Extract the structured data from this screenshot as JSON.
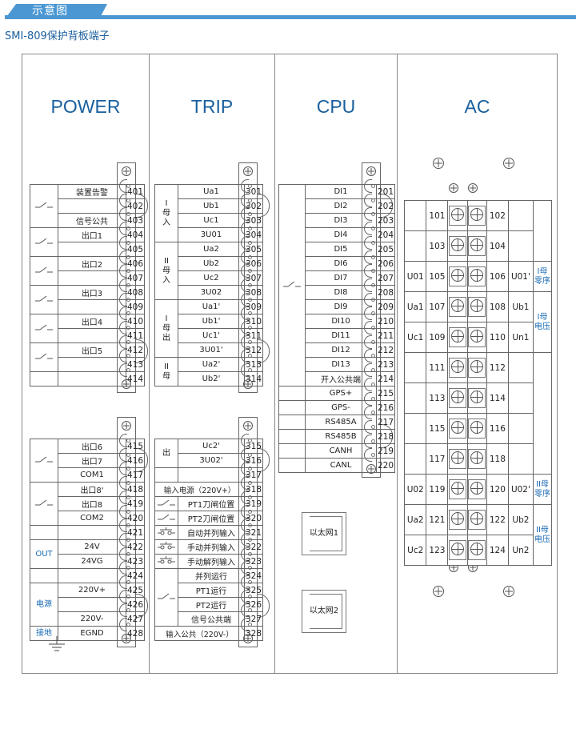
{
  "header": {
    "tab_label": "示意图",
    "subtitle": "SMI-809保护背板端子",
    "accent_color": "#4a97d3",
    "title_color": "#1a5f9e"
  },
  "columns": [
    {
      "title": "POWER"
    },
    {
      "title": "TRIP"
    },
    {
      "title": "CPU"
    },
    {
      "title": "AC"
    }
  ],
  "power": {
    "top_rows": [
      {
        "group": "",
        "label": "装置告警",
        "num": "401"
      },
      {
        "group": "",
        "label": "",
        "num": "402"
      },
      {
        "group": "",
        "label": "信号公共",
        "num": "403"
      },
      {
        "group": "",
        "label": "出口1",
        "num": "404"
      },
      {
        "group": "",
        "label": "",
        "num": "405"
      },
      {
        "group": "",
        "label": "出口2",
        "num": "406"
      },
      {
        "group": "",
        "label": "",
        "num": "407"
      },
      {
        "group": "",
        "label": "出口3",
        "num": "408"
      },
      {
        "group": "",
        "label": "",
        "num": "409"
      },
      {
        "group": "",
        "label": "出口4",
        "num": "410"
      },
      {
        "group": "",
        "label": "",
        "num": "411"
      },
      {
        "group": "",
        "label": "出口5",
        "num": "412"
      },
      {
        "group": "",
        "label": "",
        "num": "413"
      },
      {
        "group": "",
        "label": "",
        "num": "414"
      }
    ],
    "bottom_rows": [
      {
        "group": "",
        "label": "出口6",
        "num": "415"
      },
      {
        "group": "",
        "label": "出口7",
        "num": "416"
      },
      {
        "group": "",
        "label": "COM1",
        "num": "417"
      },
      {
        "group": "",
        "label": "出口8'",
        "num": "418"
      },
      {
        "group": "",
        "label": "出口8",
        "num": "419"
      },
      {
        "group": "",
        "label": "COM2",
        "num": "420"
      },
      {
        "group": "",
        "label": "",
        "num": "421"
      },
      {
        "group": "OUT",
        "label": "24V",
        "num": "422"
      },
      {
        "group": "",
        "label": "24VG",
        "num": "423"
      },
      {
        "group": "",
        "label": "",
        "num": "424"
      },
      {
        "group": "",
        "label": "220V+",
        "num": "425"
      },
      {
        "group": "电源",
        "label": "",
        "num": "426"
      },
      {
        "group": "",
        "label": "220V-",
        "num": "427"
      },
      {
        "group": "接地",
        "label": "EGND",
        "num": "428"
      }
    ]
  },
  "trip": {
    "top_groups": [
      "I\n母\n入",
      "II\n母\n入",
      "I\n母\n出",
      "II\n母"
    ],
    "top_rows": [
      {
        "label": "Ua1",
        "num": "301"
      },
      {
        "label": "Ub1",
        "num": "302"
      },
      {
        "label": "Uc1",
        "num": "303"
      },
      {
        "label": "3U01",
        "num": "304"
      },
      {
        "label": "Ua2",
        "num": "305"
      },
      {
        "label": "Ub2",
        "num": "306"
      },
      {
        "label": "Uc2",
        "num": "307"
      },
      {
        "label": "3U02",
        "num": "308"
      },
      {
        "label": "Ua1'",
        "num": "309"
      },
      {
        "label": "Ub1'",
        "num": "310"
      },
      {
        "label": "Uc1'",
        "num": "311"
      },
      {
        "label": "3U01'",
        "num": "312"
      },
      {
        "label": "Ua2'",
        "num": "313"
      },
      {
        "label": "Ub2'",
        "num": "314"
      }
    ],
    "bottom_group": "出",
    "bottom_rows": [
      {
        "label": "Uc2'",
        "num": "315"
      },
      {
        "label": "3U02'",
        "num": "316"
      },
      {
        "label": "",
        "num": "317"
      },
      {
        "label": "输入电源（220V+）",
        "num": "318"
      },
      {
        "label": "PT1刀闸位置",
        "num": "319"
      },
      {
        "label": "PT2刀闸位置",
        "num": "320"
      },
      {
        "label": "自动并列输入",
        "num": "321"
      },
      {
        "label": "手动并列输入",
        "num": "322"
      },
      {
        "label": "手动解列输入",
        "num": "323"
      },
      {
        "label": "并列运行",
        "num": "324"
      },
      {
        "label": "PT1运行",
        "num": "325"
      },
      {
        "label": "PT2运行",
        "num": "326"
      },
      {
        "label": "信号公共端",
        "num": "327"
      },
      {
        "label": "输入公共（220V-）",
        "num": "328"
      }
    ]
  },
  "cpu": {
    "rows": [
      {
        "label": "DI1",
        "num": "201"
      },
      {
        "label": "DI2",
        "num": "202"
      },
      {
        "label": "DI3",
        "num": "203"
      },
      {
        "label": "DI4",
        "num": "204"
      },
      {
        "label": "DI5",
        "num": "205"
      },
      {
        "label": "DI6",
        "num": "206"
      },
      {
        "label": "DI7",
        "num": "207"
      },
      {
        "label": "DI8",
        "num": "208"
      },
      {
        "label": "DI9",
        "num": "209"
      },
      {
        "label": "DI10",
        "num": "210"
      },
      {
        "label": "DI11",
        "num": "211"
      },
      {
        "label": "DI12",
        "num": "212"
      },
      {
        "label": "DI13",
        "num": "213"
      },
      {
        "label": "开入公共端",
        "num": "214"
      },
      {
        "label": "GPS+",
        "num": "215"
      },
      {
        "label": "GPS-",
        "num": "216"
      },
      {
        "label": "RS485A",
        "num": "217"
      },
      {
        "label": "RS485B",
        "num": "218"
      },
      {
        "label": "CANH",
        "num": "219"
      },
      {
        "label": "CANL",
        "num": "220"
      }
    ],
    "ethernet": [
      "以太网1",
      "以太网2"
    ]
  },
  "ac": {
    "rows": [
      {
        "left_label": "",
        "left_num": "101",
        "right_num": "102",
        "right_label": "",
        "group": ""
      },
      {
        "left_label": "",
        "left_num": "103",
        "right_num": "104",
        "right_label": "",
        "group": ""
      },
      {
        "left_label": "U01",
        "left_num": "105",
        "right_num": "106",
        "right_label": "U01'",
        "group": "I母\n零序"
      },
      {
        "left_label": "Ua1",
        "left_num": "107",
        "right_num": "108",
        "right_label": "Ub1",
        "group": "I母\n电压"
      },
      {
        "left_label": "Uc1",
        "left_num": "109",
        "right_num": "110",
        "right_label": "Un1",
        "group": ""
      },
      {
        "left_label": "",
        "left_num": "111",
        "right_num": "112",
        "right_label": "",
        "group": ""
      },
      {
        "left_label": "",
        "left_num": "113",
        "right_num": "114",
        "right_label": "",
        "group": ""
      },
      {
        "left_label": "",
        "left_num": "115",
        "right_num": "116",
        "right_label": "",
        "group": ""
      },
      {
        "left_label": "",
        "left_num": "117",
        "right_num": "118",
        "right_label": "",
        "group": ""
      },
      {
        "left_label": "U02",
        "left_num": "119",
        "right_num": "120",
        "right_label": "U02'",
        "group": "II母\n零序"
      },
      {
        "left_label": "Ua2",
        "left_num": "121",
        "right_num": "122",
        "right_label": "Ub2",
        "group": "II母\n电压"
      },
      {
        "left_label": "Uc2",
        "left_num": "123",
        "right_num": "124",
        "right_label": "Un2",
        "group": ""
      }
    ]
  }
}
